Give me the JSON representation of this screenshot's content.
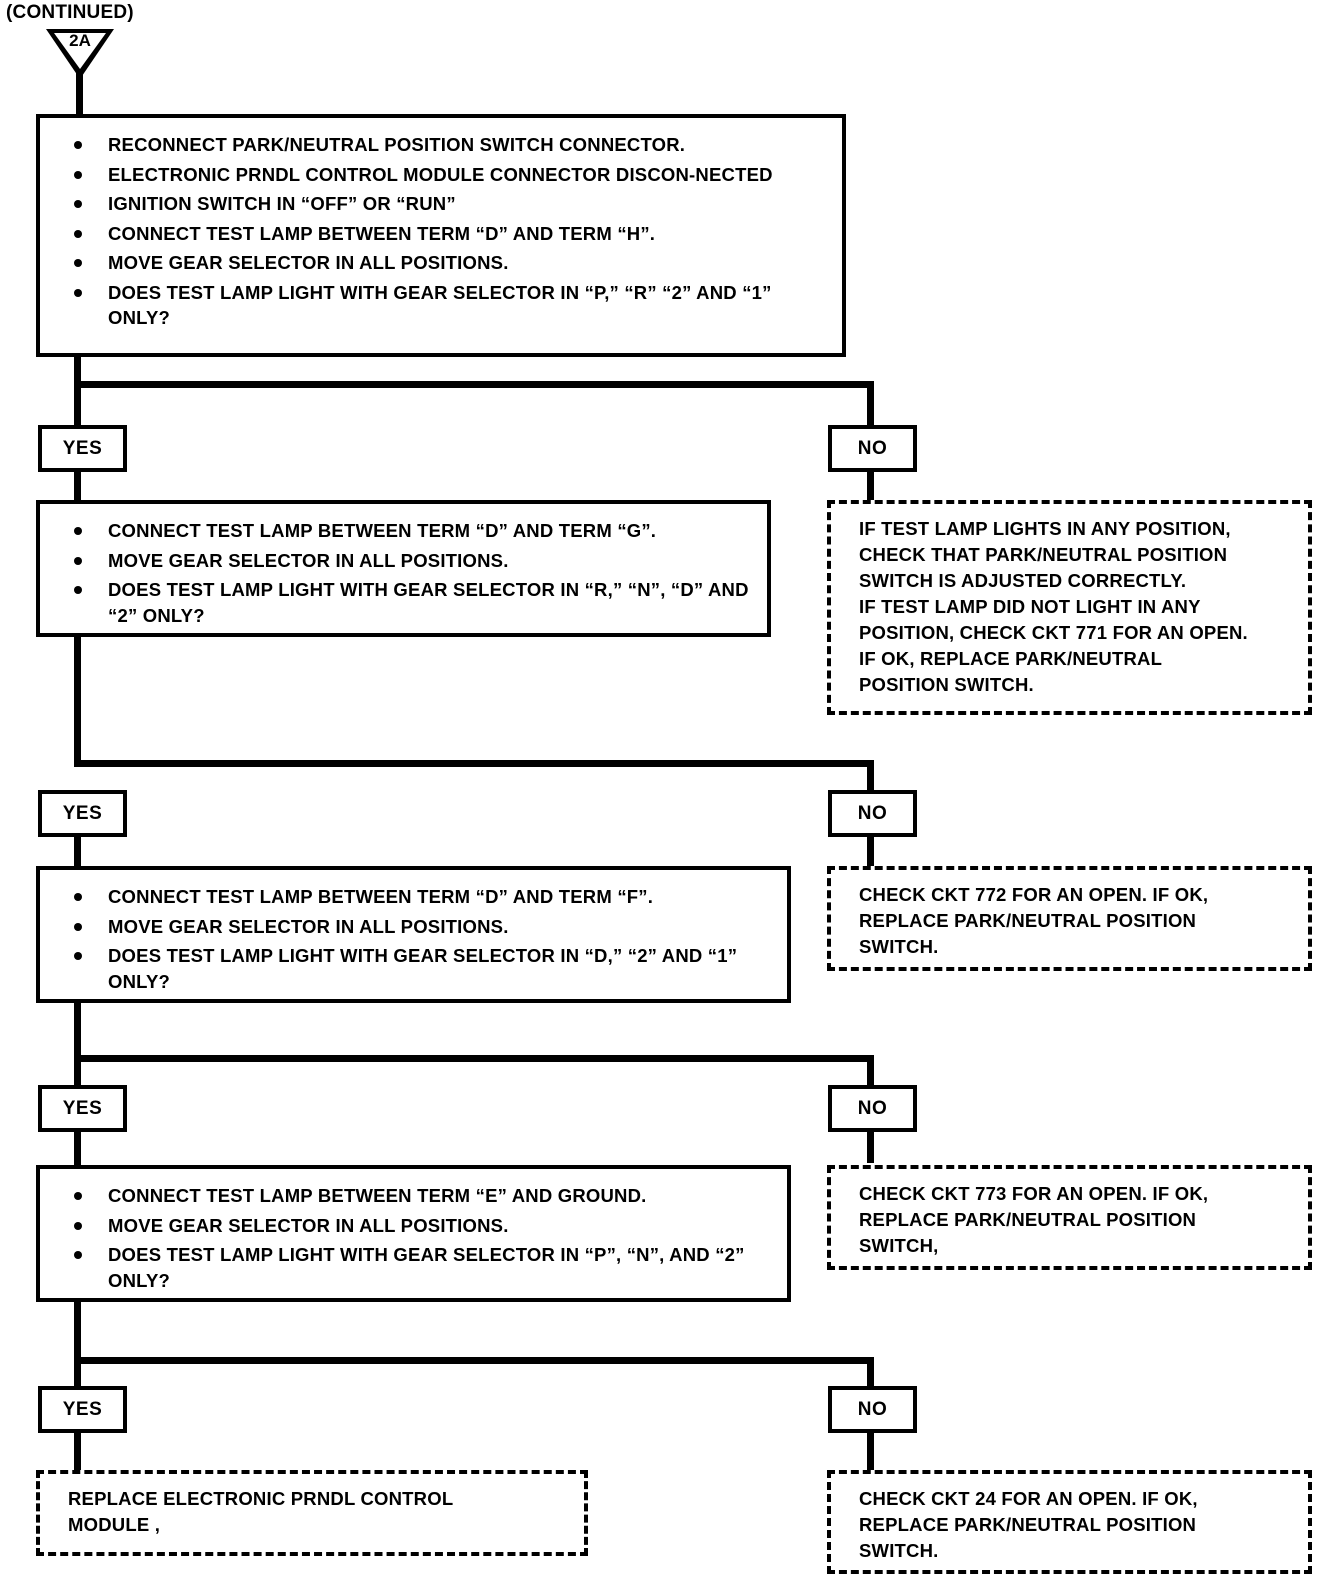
{
  "header": {
    "continued_label": "(CONTINUED)",
    "connector_label": "2A"
  },
  "labels": {
    "yes": "YES",
    "no": "NO"
  },
  "steps": [
    {
      "id": "step-1",
      "type": "test-step",
      "bullets": [
        "RECONNECT PARK/NEUTRAL POSITION SWITCH CONNECTOR.",
        "ELECTRONIC PRNDL CONTROL MODULE CONNECTOR DISCON-NECTED",
        "IGNITION SWITCH IN “OFF” OR “RUN”",
        "CONNECT TEST LAMP BETWEEN TERM “D” AND TERM “H”.",
        "MOVE GEAR SELECTOR IN ALL POSITIONS.",
        "DOES TEST LAMP LIGHT WITH GEAR SELECTOR IN “P,” “R” “2” AND “1” ONLY?"
      ]
    },
    {
      "id": "step-2",
      "type": "test-step",
      "bullets": [
        "CONNECT TEST LAMP BETWEEN TERM “D” AND TERM “G”.",
        "MOVE GEAR SELECTOR IN ALL POSITIONS.",
        "DOES TEST LAMP LIGHT WITH GEAR SELECTOR IN “R,” “N”, “D” AND “2” ONLY?"
      ]
    },
    {
      "id": "step-3",
      "type": "test-step",
      "bullets": [
        "CONNECT TEST LAMP BETWEEN TERM “D” AND TERM “F”.",
        "MOVE GEAR SELECTOR IN ALL POSITIONS.",
        "DOES TEST LAMP LIGHT WITH GEAR SELECTOR IN “D,” “2” AND “1” ONLY?"
      ]
    },
    {
      "id": "step-4",
      "type": "test-step",
      "bullets": [
        "CONNECT TEST LAMP BETWEEN TERM “E” AND GROUND.",
        "MOVE GEAR SELECTOR IN ALL POSITIONS.",
        "DOES TEST LAMP LIGHT WITH GEAR SELECTOR IN “P”, “N”, AND “2” ONLY?"
      ]
    }
  ],
  "actions": {
    "no_1": "IF TEST LAMP LIGHTS IN ANY POSITION,\nCHECK THAT PARK/NEUTRAL POSITION\nSWITCH IS ADJUSTED CORRECTLY.\nIF TEST LAMP DID NOT LIGHT IN ANY\nPOSITION, CHECK CKT 771 FOR AN OPEN.\nIF OK, REPLACE PARK/NEUTRAL\nPOSITION SWITCH.",
    "no_2": "CHECK CKT 772 FOR AN OPEN.  IF OK,\n REPLACE PARK/NEUTRAL POSITION\nSWITCH.",
    "no_3": "CHECK CKT 773 FOR AN OPEN.  IF OK,\nREPLACE PARK/NEUTRAL POSITION\nSWITCH,",
    "no_4": "CHECK CKT 24 FOR AN OPEN.  IF OK,\nREPLACE PARK/NEUTRAL POSITION\nSWITCH.",
    "yes_final": "REPLACE ELECTRONIC PRNDL CONTROL\nMODULE ,"
  }
}
